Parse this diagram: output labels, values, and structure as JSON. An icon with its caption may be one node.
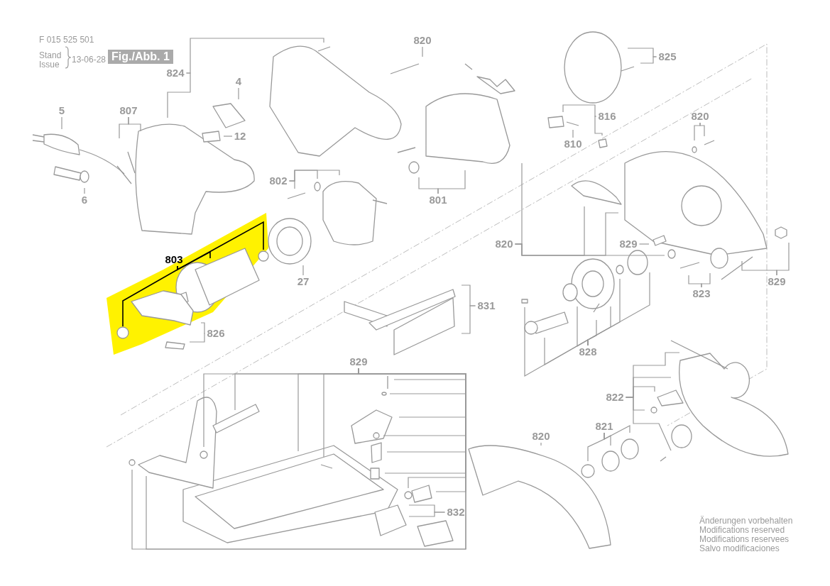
{
  "diagram": {
    "nodes": [
      {
        "text": [
          "824"
        ]
      },
      {
        "text": [
          "4"
        ]
      },
      {
        "text": [
          "12"
        ]
      },
      {
        "text": [
          "5"
        ]
      },
      {
        "text": [
          "807"
        ]
      },
      {
        "text": [
          "6"
        ]
      },
      {
        "text": [
          "820"
        ]
      },
      {
        "text": [
          "825"
        ]
      },
      {
        "text": [
          "816"
        ]
      },
      {
        "text": [
          "810"
        ]
      },
      {
        "text": [
          "820"
        ]
      },
      {
        "text": [
          "802"
        ]
      },
      {
        "text": [
          "801"
        ]
      },
      {
        "text": [
          "803"
        ]
      },
      {
        "text": [
          "27"
        ]
      },
      {
        "text": [
          "820"
        ]
      },
      {
        "text": [
          "829"
        ]
      },
      {
        "text": [
          "829"
        ]
      },
      {
        "text": [
          "823"
        ]
      },
      {
        "text": [
          "826"
        ]
      },
      {
        "text": [
          "831"
        ]
      },
      {
        "text": [
          "828"
        ]
      },
      {
        "text": [
          "829"
        ]
      },
      {
        "text": [
          "832"
        ]
      },
      {
        "text": [
          "822"
        ]
      },
      {
        "text": [
          "821"
        ]
      },
      {
        "text": [
          "820"
        ]
      }
    ],
    "edges": [
      {
        "from": 0,
        "to": null,
        "arrow": "none"
      },
      {
        "from": 0,
        "to": null,
        "arrow": "none"
      },
      {
        "from": 1,
        "to": null,
        "arrow": "none"
      },
      {
        "from": 2,
        "to": null,
        "arrow": "none"
      },
      {
        "from": 3,
        "to": null,
        "arrow": "none"
      },
      {
        "from": 4,
        "to": null,
        "arrow": "none"
      },
      {
        "from": 4,
        "to": null,
        "arrow": "none"
      },
      {
        "from": 5,
        "to": null,
        "arrow": "none"
      },
      {
        "from": 6,
        "to": null,
        "arrow": "none"
      },
      {
        "from": 7,
        "to": null,
        "arrow": "none"
      },
      {
        "from": 7,
        "to": null,
        "arrow": "none"
      },
      {
        "from": 8,
        "to": null,
        "arrow": "none"
      },
      {
        "from": 8,
        "to": null,
        "arrow": "none"
      },
      {
        "from": 9,
        "to": null,
        "arrow": "none"
      },
      {
        "from": 10,
        "to": null,
        "arrow": "none"
      },
      {
        "from": 10,
        "to": null,
        "arrow": "none"
      },
      {
        "from": 11,
        "to": null,
        "arrow": "none"
      },
      {
        "from": 11,
        "to": null,
        "arrow": "none"
      },
      {
        "from": 11,
        "to": null,
        "arrow": "none"
      },
      {
        "from": 12,
        "to": null,
        "arrow": "none"
      },
      {
        "from": 12,
        "to": null,
        "arrow": "none"
      },
      {
        "from": 13,
        "to": null,
        "arrow": "none",
        "color": "#000000"
      },
      {
        "from": 13,
        "to": null,
        "arrow": "none",
        "color": "#000000"
      },
      {
        "from": 13,
        "to": null,
        "arrow": "none",
        "color": "#000000"
      },
      {
        "from": 14,
        "to": null,
        "arrow": "none"
      },
      {
        "from": 15,
        "to": null,
        "arrow": "none"
      },
      {
        "from": 15,
        "to": null,
        "arrow": "none"
      },
      {
        "from": 15,
        "to": null,
        "arrow": "none"
      },
      {
        "from": 15,
        "to": null,
        "arrow": "none"
      },
      {
        "from": 16,
        "to": null,
        "arrow": "none"
      },
      {
        "from": 17,
        "to": null,
        "arrow": "none"
      },
      {
        "from": 17,
        "to": null,
        "arrow": "none"
      },
      {
        "from": 18,
        "to": null,
        "arrow": "none"
      },
      {
        "from": 18,
        "to": null,
        "arrow": "none"
      },
      {
        "from": 19,
        "to": null,
        "arrow": "none"
      },
      {
        "from": 19,
        "to": null,
        "arrow": "none"
      },
      {
        "from": 20,
        "to": null,
        "arrow": "none"
      },
      {
        "from": 20,
        "to": null,
        "arrow": "none"
      },
      {
        "from": 21,
        "to": null,
        "arrow": "none"
      },
      {
        "from": 21,
        "to": null,
        "arrow": "none"
      },
      {
        "from": 21,
        "to": null,
        "arrow": "none"
      },
      {
        "from": 21,
        "to": null,
        "arrow": "none"
      },
      {
        "from": 21,
        "to": null,
        "arrow": "none"
      },
      {
        "from": 21,
        "to": null,
        "arrow": "none"
      },
      {
        "from": 21,
        "to": null,
        "arrow": "none"
      },
      {
        "from": 22,
        "to": null,
        "arrow": "none"
      },
      {
        "from": 22,
        "to": null,
        "arrow": "none"
      },
      {
        "from": 22,
        "to": null,
        "arrow": "none"
      },
      {
        "from": 22,
        "to": null,
        "arrow": "none"
      },
      {
        "from": 22,
        "to": null,
        "arrow": "none"
      },
      {
        "from": 22,
        "to": null,
        "arrow": "none"
      },
      {
        "from": 22,
        "to": null,
        "arrow": "none"
      },
      {
        "from": 22,
        "to": null,
        "arrow": "none"
      },
      {
        "from": 22,
        "to": null,
        "arrow": "none"
      },
      {
        "from": 22,
        "to": null,
        "arrow": "none"
      },
      {
        "from": 22,
        "to": null,
        "arrow": "none"
      },
      {
        "from": 22,
        "to": null,
        "arrow": "none"
      },
      {
        "from": 22,
        "to": null,
        "arrow": "none"
      },
      {
        "from": 22,
        "to": null,
        "arrow": "none"
      },
      {
        "from": 23,
        "to": null,
        "arrow": "none"
      },
      {
        "from": 23,
        "to": null,
        "arrow": "none"
      },
      {
        "from": 24,
        "to": null,
        "arrow": "none"
      },
      {
        "from": 24,
        "to": null,
        "arrow": "none"
      },
      {
        "from": 24,
        "to": null,
        "arrow": "none"
      },
      {
        "from": 24,
        "to": null,
        "arrow": "none"
      },
      {
        "from": 24,
        "to": null,
        "arrow": "none"
      },
      {
        "from": 25,
        "to": null,
        "arrow": "none"
      },
      {
        "from": 25,
        "to": null,
        "arrow": "none"
      },
      {
        "from": 25,
        "to": null,
        "arrow": "none"
      },
      {
        "from": 26,
        "to": null,
        "arrow": "none"
      }
    ],
    "labels": [
      "F 015 525 501",
      "Stand",
      "Issue",
      "13-06-28",
      "Fig./Abb. 1",
      "Änderungen vorbehalten",
      "Modifications reserved",
      "Modifications reservees",
      "Salvo modificaciones"
    ]
  }
}
